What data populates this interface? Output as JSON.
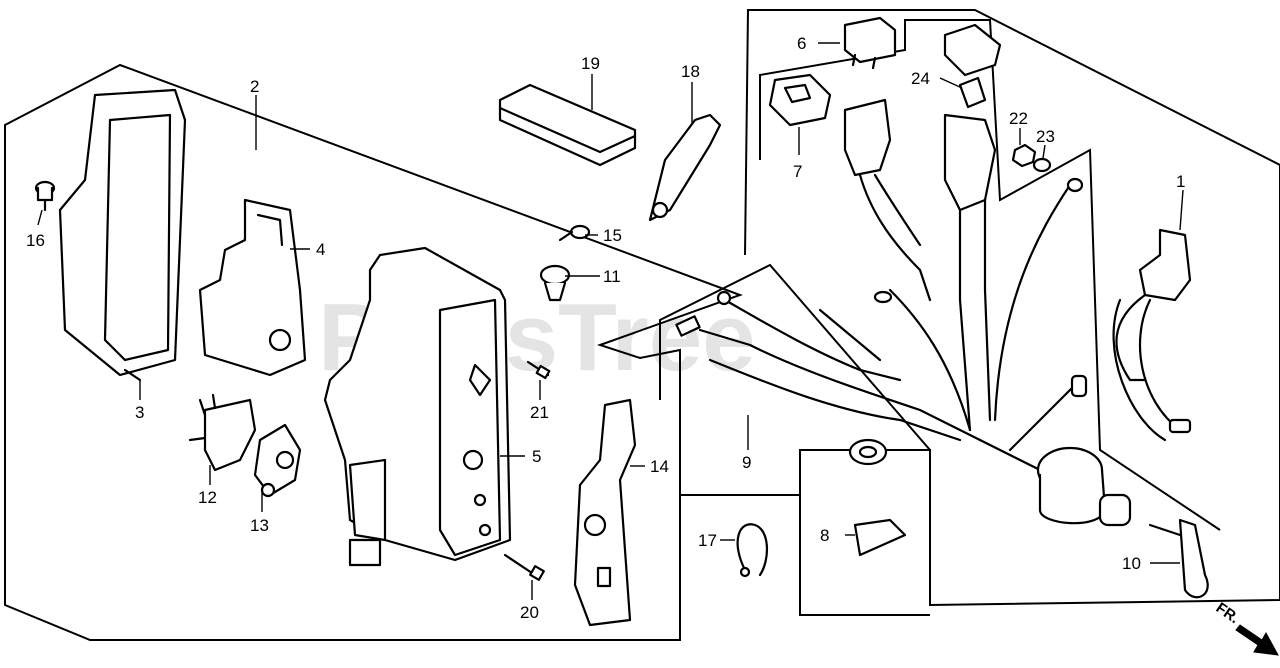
{
  "watermark": "PartsTree",
  "direction_marker": "FR.",
  "callouts": [
    {
      "id": "c1",
      "number": "1"
    },
    {
      "id": "c2",
      "number": "2"
    },
    {
      "id": "c3",
      "number": "3"
    },
    {
      "id": "c4",
      "number": "4"
    },
    {
      "id": "c5",
      "number": "5"
    },
    {
      "id": "c6",
      "number": "6"
    },
    {
      "id": "c7",
      "number": "7"
    },
    {
      "id": "c8",
      "number": "8"
    },
    {
      "id": "c9",
      "number": "9"
    },
    {
      "id": "c10",
      "number": "10"
    },
    {
      "id": "c11",
      "number": "11"
    },
    {
      "id": "c12",
      "number": "12"
    },
    {
      "id": "c13",
      "number": "13"
    },
    {
      "id": "c14",
      "number": "14"
    },
    {
      "id": "c15",
      "number": "15"
    },
    {
      "id": "c16",
      "number": "16"
    },
    {
      "id": "c17",
      "number": "17"
    },
    {
      "id": "c18",
      "number": "18"
    },
    {
      "id": "c19",
      "number": "19"
    },
    {
      "id": "c20",
      "number": "20"
    },
    {
      "id": "c21",
      "number": "21"
    },
    {
      "id": "c22",
      "number": "22"
    },
    {
      "id": "c23",
      "number": "23"
    },
    {
      "id": "c24",
      "number": "24"
    }
  ]
}
